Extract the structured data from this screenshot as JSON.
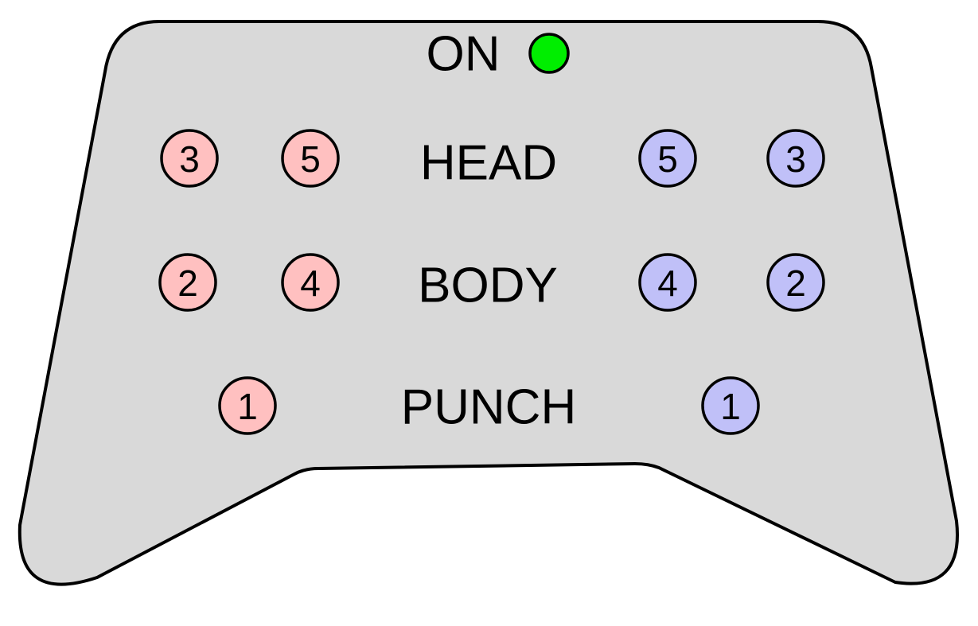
{
  "power": {
    "label": "ON",
    "indicator_color": "#00ee00"
  },
  "colors": {
    "body_fill": "#d9d9d9",
    "outline": "#000000",
    "red_player": "#ffc0c0",
    "blue_player": "#c0c0f8"
  },
  "rows": {
    "head": {
      "label": "HEAD",
      "red_outer": "3",
      "red_inner": "5",
      "blue_inner": "5",
      "blue_outer": "3"
    },
    "body": {
      "label": "BODY",
      "red_outer": "2",
      "red_inner": "4",
      "blue_inner": "4",
      "blue_outer": "2"
    },
    "punch": {
      "label": "PUNCH",
      "red": "1",
      "blue": "1"
    }
  }
}
